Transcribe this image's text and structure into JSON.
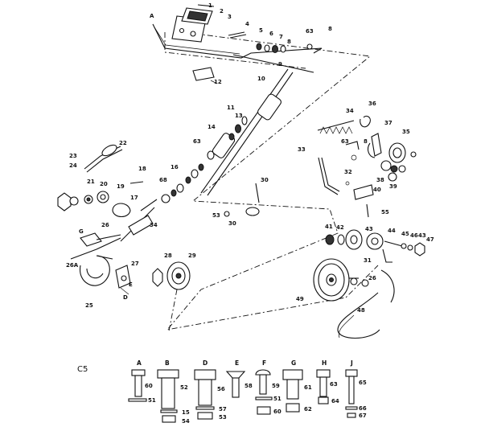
{
  "caption": "C5",
  "callouts": [
    {
      "id": "c-a",
      "text": "A"
    },
    {
      "id": "c-1",
      "text": "1"
    },
    {
      "id": "c-2",
      "text": "2"
    },
    {
      "id": "c-3",
      "text": "3"
    },
    {
      "id": "c-4",
      "text": "4"
    },
    {
      "id": "c-5",
      "text": "5"
    },
    {
      "id": "c-6",
      "text": "6"
    },
    {
      "id": "c-7",
      "text": "7"
    },
    {
      "id": "c-8a",
      "text": "8"
    },
    {
      "id": "c-63a",
      "text": "63"
    },
    {
      "id": "c-8b",
      "text": "8"
    },
    {
      "id": "c-9",
      "text": "9"
    },
    {
      "id": "c-12",
      "text": "12"
    },
    {
      "id": "c-10",
      "text": "10"
    },
    {
      "id": "c-11",
      "text": "11"
    },
    {
      "id": "c-13",
      "text": "13"
    },
    {
      "id": "c-14",
      "text": "14"
    },
    {
      "id": "c-63b",
      "text": "63"
    },
    {
      "id": "c-16",
      "text": "16"
    },
    {
      "id": "c-22",
      "text": "22"
    },
    {
      "id": "c-23",
      "text": "23"
    },
    {
      "id": "c-24",
      "text": "24"
    },
    {
      "id": "c-21",
      "text": "21"
    },
    {
      "id": "c-20",
      "text": "20"
    },
    {
      "id": "c-19",
      "text": "19"
    },
    {
      "id": "c-18",
      "text": "18"
    },
    {
      "id": "c-17",
      "text": "17"
    },
    {
      "id": "c-68",
      "text": "68"
    },
    {
      "id": "c-34a",
      "text": "34"
    },
    {
      "id": "c-26a",
      "text": "26"
    },
    {
      "id": "c-g",
      "text": "G"
    },
    {
      "id": "c-26b",
      "text": "26A"
    },
    {
      "id": "c-25",
      "text": "25"
    },
    {
      "id": "c-27",
      "text": "27"
    },
    {
      "id": "c-e",
      "text": "E"
    },
    {
      "id": "c-d",
      "text": "D"
    },
    {
      "id": "c-28",
      "text": "28"
    },
    {
      "id": "c-29",
      "text": "29"
    },
    {
      "id": "c-30a",
      "text": "30"
    },
    {
      "id": "c-53a",
      "text": "53"
    },
    {
      "id": "c-30b",
      "text": "30"
    },
    {
      "id": "c-34b",
      "text": "34"
    },
    {
      "id": "c-36",
      "text": "36"
    },
    {
      "id": "c-33",
      "text": "33"
    },
    {
      "id": "c-37",
      "text": "37"
    },
    {
      "id": "c-63c",
      "text": "63"
    },
    {
      "id": "c-8c",
      "text": "8"
    },
    {
      "id": "c-35",
      "text": "35"
    },
    {
      "id": "c-32",
      "text": "32"
    },
    {
      "id": "c-38",
      "text": "38"
    },
    {
      "id": "c-39",
      "text": "39"
    },
    {
      "id": "c-40",
      "text": "40"
    },
    {
      "id": "c-55",
      "text": "55"
    },
    {
      "id": "c-41",
      "text": "41"
    },
    {
      "id": "c-42",
      "text": "42"
    },
    {
      "id": "c-43a",
      "text": "43"
    },
    {
      "id": "c-44",
      "text": "44"
    },
    {
      "id": "c-45",
      "text": "45"
    },
    {
      "id": "c-46",
      "text": "46"
    },
    {
      "id": "c-43b",
      "text": "43"
    },
    {
      "id": "c-47",
      "text": "47"
    },
    {
      "id": "c-31",
      "text": "31"
    },
    {
      "id": "c-26c",
      "text": "26"
    },
    {
      "id": "c-49",
      "text": "49"
    },
    {
      "id": "c-48",
      "text": "48"
    }
  ],
  "hardware": [
    {
      "letter": "A",
      "code": "60",
      "extra": "51"
    },
    {
      "letter": "B",
      "code": "52",
      "extra": "15"
    },
    {
      "letter": "D",
      "code": "56",
      "extra": "57"
    },
    {
      "letter": "E",
      "code": "58",
      "extra": ""
    },
    {
      "letter": "F",
      "code": "59",
      "extra": "51"
    },
    {
      "letter": "G",
      "code": "61",
      "extra": "62"
    },
    {
      "letter": "H",
      "code": "63",
      "extra": "64"
    },
    {
      "letter": "J",
      "code": "65",
      "extra": "66"
    }
  ],
  "hardware_extras": [
    {
      "id": "hx-54",
      "text": "54"
    },
    {
      "id": "hx-53",
      "text": "53"
    },
    {
      "id": "hx-60",
      "text": "60"
    },
    {
      "id": "hx-67",
      "text": "67"
    }
  ]
}
